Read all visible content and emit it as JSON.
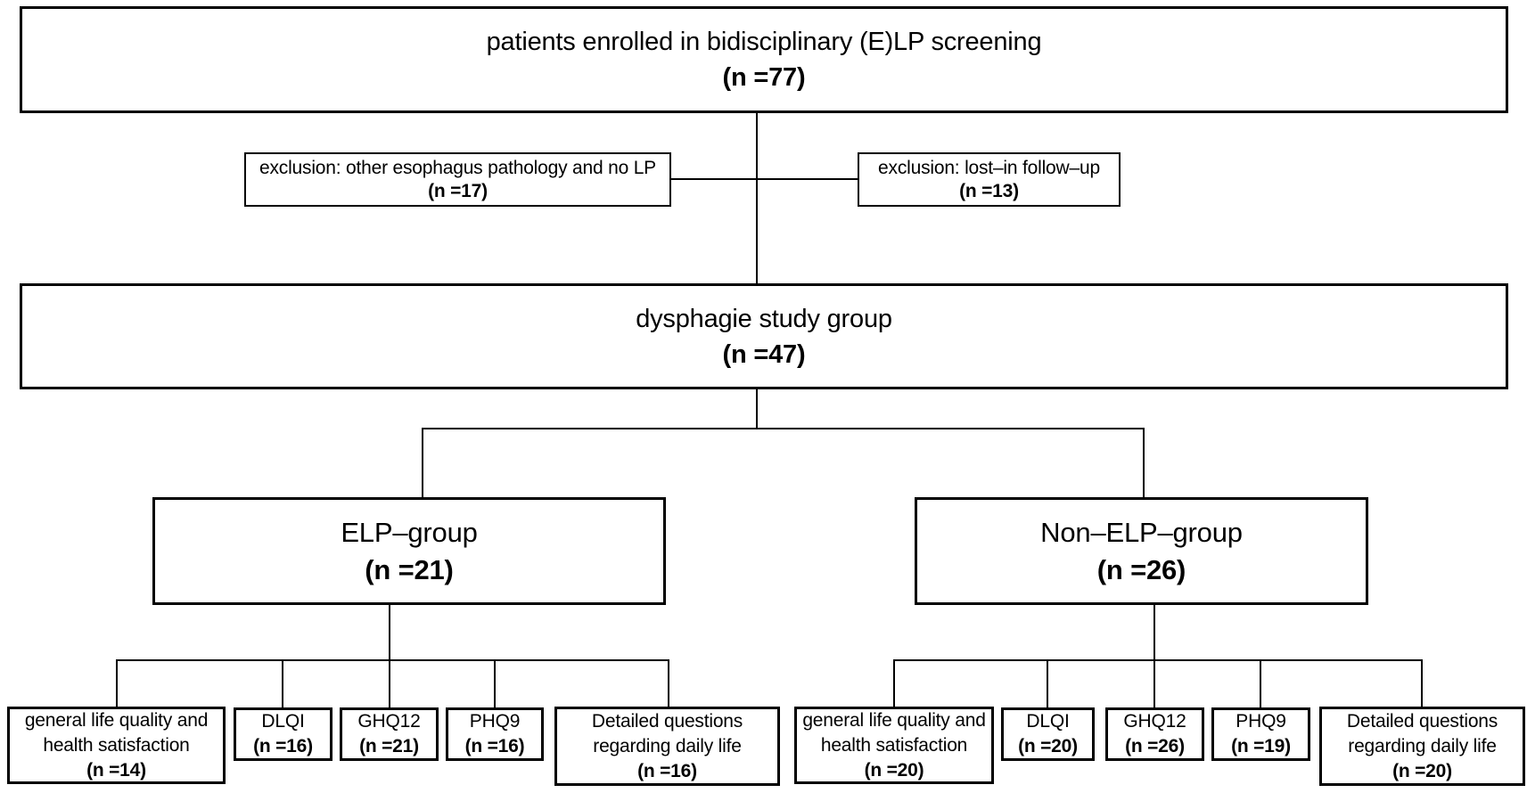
{
  "colors": {
    "background": "#ffffff",
    "line": "#000000",
    "text": "#000000"
  },
  "flow": {
    "top": {
      "label": "patients enrolled in bidisciplinary (E)LP screening",
      "n": "(n =77)"
    },
    "exclusions": [
      {
        "label": "exclusion: other esophagus pathology and no LP",
        "n": "(n =17)"
      },
      {
        "label": "exclusion: lost–in follow–up",
        "n": "(n =13)"
      }
    ],
    "study_group": {
      "label": "dysphagie study group",
      "n": "(n =47)"
    },
    "groups": [
      {
        "label": "ELP–group",
        "n": "(n =21)"
      },
      {
        "label": "Non–ELP–group",
        "n": "(n =26)"
      }
    ],
    "elp_children": [
      {
        "lines": [
          "general life quality and",
          "health satisfaction"
        ],
        "n": "(n =14)"
      },
      {
        "lines": [
          "DLQI"
        ],
        "n": "(n =16)"
      },
      {
        "lines": [
          "GHQ12"
        ],
        "n": "(n =21)"
      },
      {
        "lines": [
          "PHQ9"
        ],
        "n": "(n =16)"
      },
      {
        "lines": [
          "Detailed questions",
          "regarding daily life"
        ],
        "n": "(n =16)"
      }
    ],
    "non_elp_children": [
      {
        "lines": [
          "general life quality and",
          "health satisfaction"
        ],
        "n": "(n =20)"
      },
      {
        "lines": [
          "DLQI"
        ],
        "n": "(n =20)"
      },
      {
        "lines": [
          "GHQ12"
        ],
        "n": "(n =26)"
      },
      {
        "lines": [
          "PHQ9"
        ],
        "n": "(n =19)"
      },
      {
        "lines": [
          "Detailed questions",
          "regarding daily life"
        ],
        "n": "(n =20)"
      }
    ]
  }
}
